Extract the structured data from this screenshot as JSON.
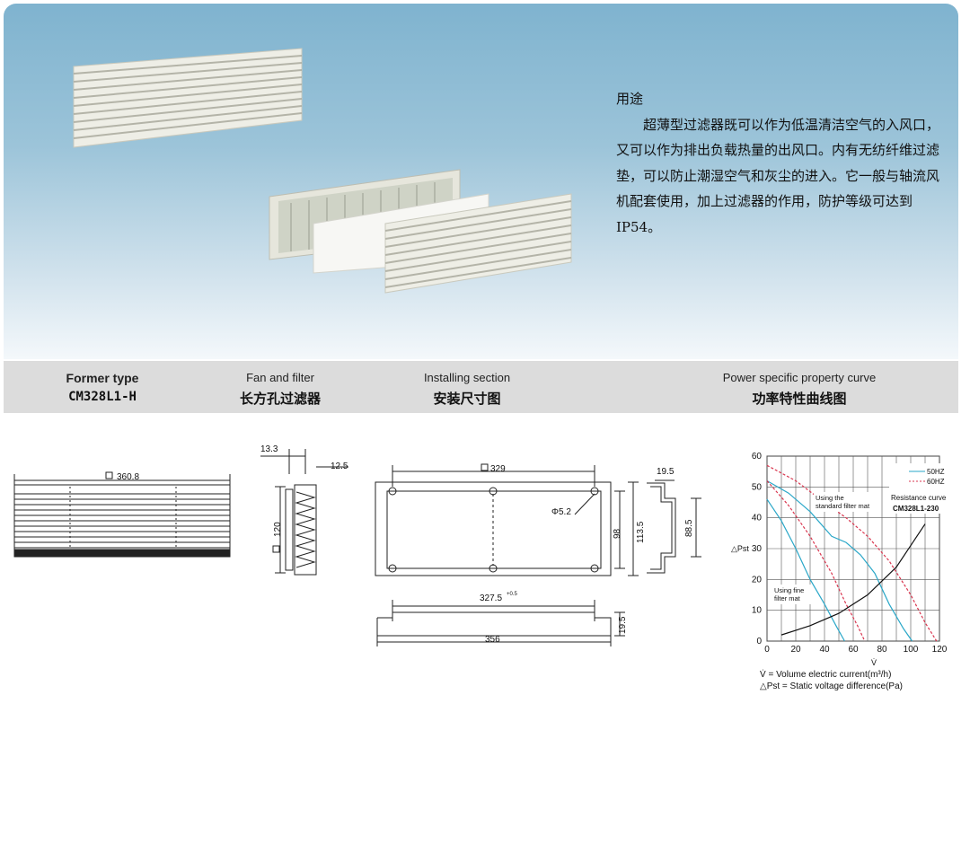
{
  "usage": {
    "title": "用途",
    "text": "超薄型过滤器既可以作为低温清洁空气的入风口，又可以作为排出负载热量的出风口。内有无纺纤维过滤垫，可以防止潮湿空气和灰尘的进入。它一般与轴流风机配套使用，加上过滤器的作用，防护等级可达到IP54。"
  },
  "header": {
    "former_type": {
      "en": "Former type",
      "value": "CM328L1-H"
    },
    "fan_filter": {
      "en": "Fan and filter",
      "zh": "长方孔过滤器"
    },
    "installing": {
      "en": "Installing section",
      "zh": "安装尺寸图"
    },
    "curve": {
      "en": "Power specific property curve",
      "zh": "功率特性曲线图"
    }
  },
  "drawing1": {
    "width": "360.8"
  },
  "drawing2": {
    "d1": "13.3",
    "d2": "12.5",
    "height": "120"
  },
  "drawing3": {
    "width": "329",
    "hole": "Φ5.2",
    "h1": "98",
    "h2": "113.5"
  },
  "drawing4": {
    "d1": "19.5",
    "h": "88.5"
  },
  "drawing5": {
    "inner": "327.5",
    "tol": "+0.5",
    "outer": "356",
    "h": "19.5"
  },
  "chart_data": {
    "type": "line",
    "model": "CM328L1-230",
    "xlabel": "V̇",
    "ylabel": "△Pst",
    "xlim": [
      0,
      120
    ],
    "ylim": [
      0,
      60
    ],
    "xticks": [
      "0",
      "20",
      "40",
      "60",
      "80",
      "100",
      "120"
    ],
    "yticks": [
      "0",
      "10",
      "20",
      "30",
      "40",
      "50",
      "60"
    ],
    "legend": [
      "50HZ",
      "60HZ",
      "Resistance curve"
    ],
    "annotations": [
      "Using the standard filter mat",
      "Using fine filter mat"
    ],
    "colors": {
      "hz50": "#2aa7c8",
      "hz60": "#d9364f",
      "resistance": "#111111"
    },
    "series": [
      {
        "name": "50HZ",
        "curve": "standard",
        "x": [
          0,
          15,
          30,
          45,
          55,
          65,
          75,
          85,
          95,
          101
        ],
        "y": [
          52,
          48,
          42,
          34,
          32,
          28,
          22,
          12,
          4,
          0
        ]
      },
      {
        "name": "60HZ",
        "curve": "standard",
        "x": [
          0,
          20,
          40,
          55,
          70,
          85,
          100,
          110,
          118
        ],
        "y": [
          57,
          52,
          45,
          40,
          34,
          26,
          15,
          6,
          0
        ]
      },
      {
        "name": "50HZ",
        "curve": "fine",
        "x": [
          0,
          10,
          20,
          30,
          40,
          48,
          54
        ],
        "y": [
          46,
          39,
          30,
          20,
          12,
          5,
          0
        ]
      },
      {
        "name": "60HZ",
        "curve": "fine",
        "x": [
          0,
          15,
          30,
          45,
          55,
          63,
          68
        ],
        "y": [
          52,
          44,
          34,
          22,
          12,
          5,
          0
        ]
      },
      {
        "name": "Resistance curve",
        "x": [
          10,
          30,
          50,
          70,
          90,
          110
        ],
        "y": [
          2,
          5,
          9,
          15,
          24,
          38
        ]
      }
    ]
  },
  "legend_notes": [
    "V̇   = Volume electric current(m³/h)",
    "△Pst = Static voltage difference(Pa)"
  ]
}
